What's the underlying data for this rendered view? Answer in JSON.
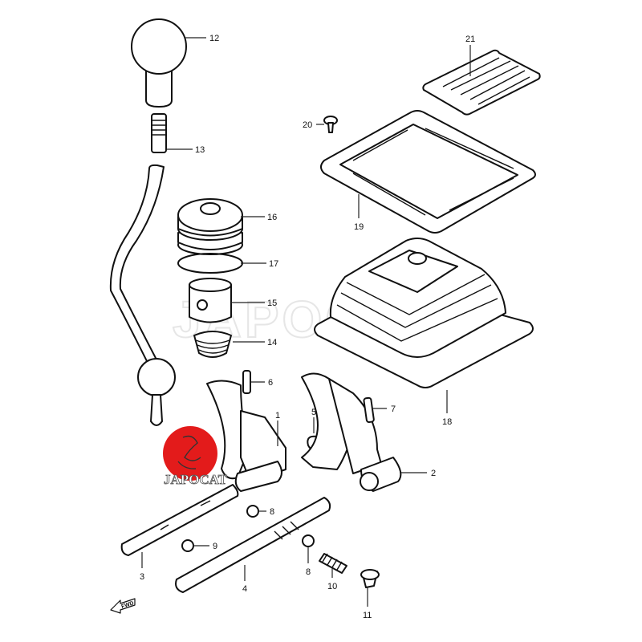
{
  "diagram": {
    "watermark": "JAPOCAT",
    "logo_text": "JAPOCAT",
    "logo_color": "#e31b1b",
    "direction_marker": "FWD",
    "callouts": {
      "p1": "1",
      "p2": "2",
      "p3": "3",
      "p4": "4",
      "p5": "5",
      "p6": "6",
      "p7": "7",
      "p8a": "8",
      "p8b": "8",
      "p9": "9",
      "p10": "10",
      "p11": "11",
      "p12": "12",
      "p13": "13",
      "p14": "14",
      "p15": "15",
      "p16": "16",
      "p17": "17",
      "p18": "18",
      "p19": "19",
      "p20": "20",
      "p21": "21"
    }
  }
}
